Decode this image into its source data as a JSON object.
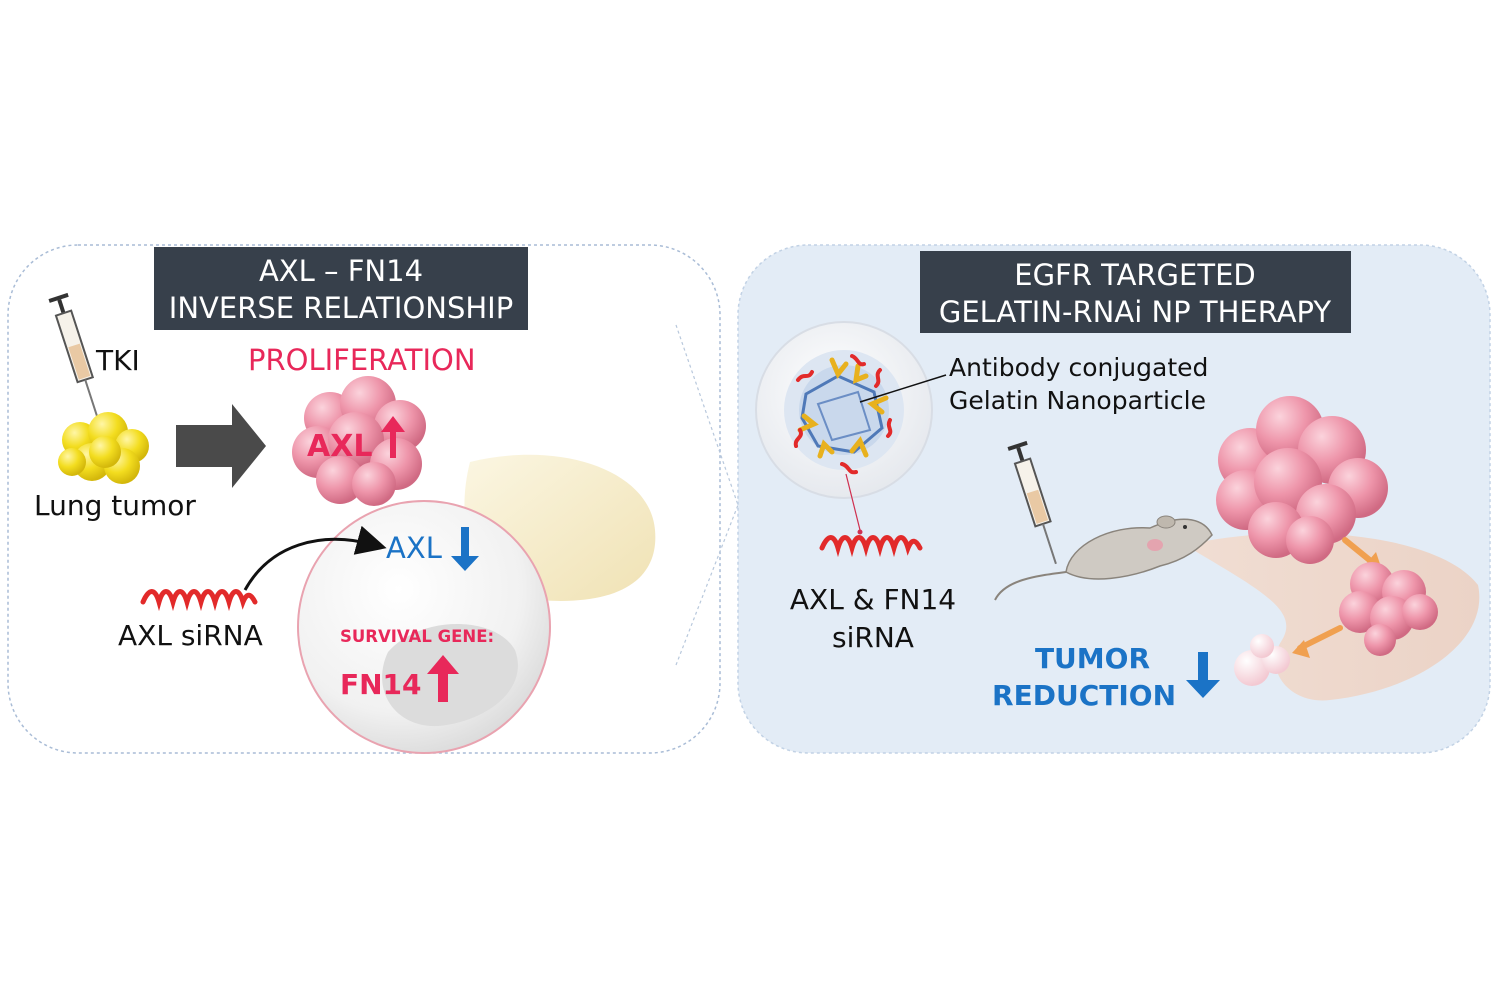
{
  "left_panel": {
    "title_line1": "AXL – FN14",
    "title_line2": "INVERSE RELATIONSHIP",
    "tki_label": "TKI",
    "proliferation_label": "PROLIFERATION",
    "lung_tumor_label": "Lung tumor",
    "axl_up_label": "AXL",
    "axl_down_label": "AXL",
    "sirna_label": "AXL siRNA",
    "survival_gene_label": "SURVIVAL GENE:",
    "fn14_label": "FN14"
  },
  "right_panel": {
    "title_line1": "EGFR TARGETED",
    "title_line2": "GELATIN-RNAi NP THERAPY",
    "np_label_line1": "Antibody conjugated",
    "np_label_line2": "Gelatin Nanoparticle",
    "sirna_label_line1": "AXL & FN14",
    "sirna_label_line2": "siRNA",
    "tumor_line1": "TUMOR",
    "tumor_line2": "REDUCTION"
  },
  "colors": {
    "title_bg": "#37404b",
    "pink_accent": "#e8285a",
    "blue_accent": "#1b73c6",
    "panel_right_bg": "#e3ecf6",
    "tumor_pink": "#ec8fa5",
    "lung_yellow": "#f2dc1e",
    "arrow_gray": "#4a4a4a"
  }
}
